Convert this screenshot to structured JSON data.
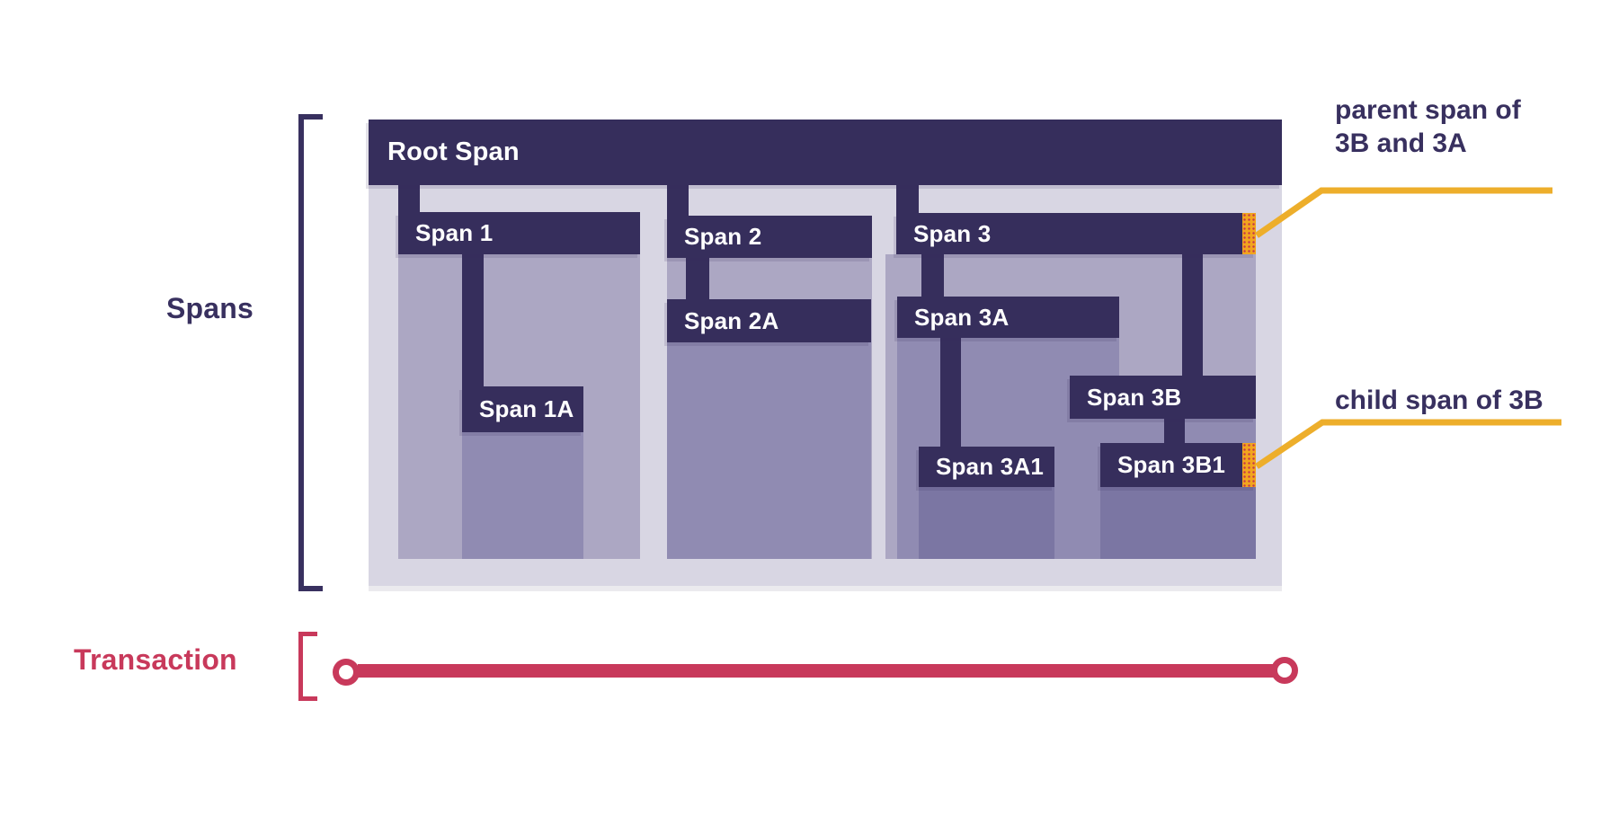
{
  "labels": {
    "spans": "Spans",
    "transaction": "Transaction"
  },
  "spans": {
    "root": "Root Span",
    "span1": "Span 1",
    "span1a": "Span 1A",
    "span2": "Span 2",
    "span2a": "Span 2A",
    "span3": "Span 3",
    "span3a": "Span 3A",
    "span3a1": "Span 3A1",
    "span3b": "Span 3B",
    "span3b1": "Span 3B1"
  },
  "hierarchy": {
    "Root Span": [
      "Span 1",
      "Span 2",
      "Span 3"
    ],
    "Span 1": [
      "Span 1A"
    ],
    "Span 2": [
      "Span 2A"
    ],
    "Span 3": [
      "Span 3A",
      "Span 3B"
    ],
    "Span 3A": [
      "Span 3A1"
    ],
    "Span 3B": [
      "Span 3B1"
    ]
  },
  "annotations": {
    "parent_line1": "parent span of",
    "parent_line2": "3B and 3A",
    "child": "child span of 3B"
  },
  "colors": {
    "navy": "#362E5C",
    "navy-text": "#38305F",
    "crimson": "#C8395B",
    "marker-orange": "#F2A51E",
    "marker-dot": "#C4394B",
    "leader-yellow": "#EDAE2B",
    "container-light": "#D8D6E3",
    "depth1": "#ACA7C3",
    "depth2": "#908BB2",
    "depth3": "#7B76A3"
  }
}
